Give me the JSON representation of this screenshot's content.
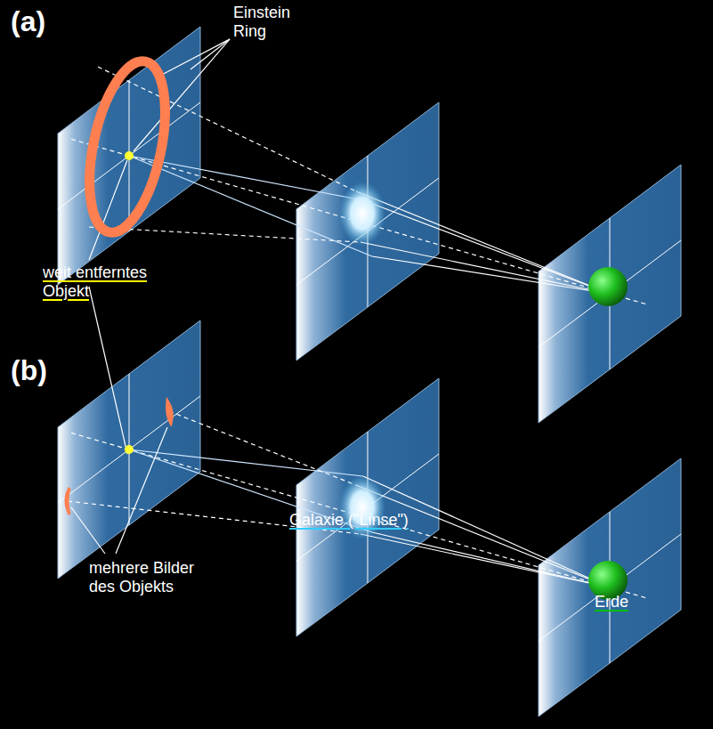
{
  "diagram": {
    "labels": [
      "(a)",
      "Einstein Ring",
      "weit entferntes Objekt",
      "Galaxie (\"Linse\")",
      "(b)",
      "Erde",
      "mehrere Bilder des Objekts"
    ]
  }
}
